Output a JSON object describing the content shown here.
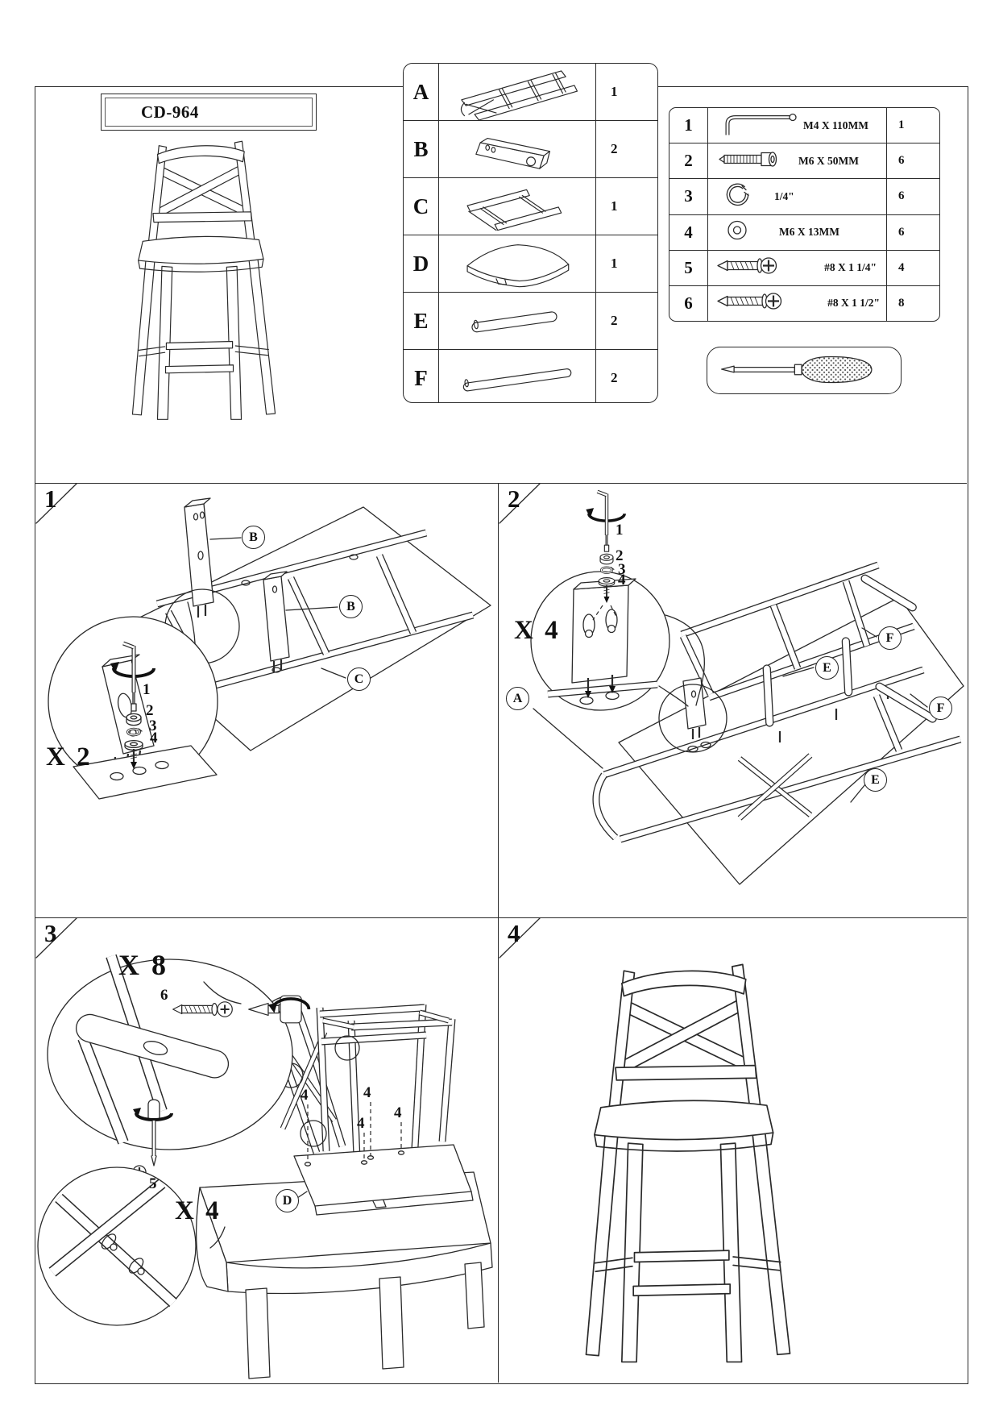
{
  "title_box": {
    "model": "CD-964"
  },
  "parts_table": {
    "rows": [
      {
        "letter": "A",
        "qty": "1",
        "icon": "part-a-back-frame-icon"
      },
      {
        "letter": "B",
        "qty": "2",
        "icon": "part-b-leg-icon"
      },
      {
        "letter": "C",
        "qty": "1",
        "icon": "part-c-side-frame-icon"
      },
      {
        "letter": "D",
        "qty": "1",
        "icon": "part-d-seat-icon"
      },
      {
        "letter": "E",
        "qty": "2",
        "icon": "part-e-stretcher-icon"
      },
      {
        "letter": "F",
        "qty": "2",
        "icon": "part-f-stretcher-icon"
      }
    ]
  },
  "hardware_table": {
    "rows": [
      {
        "no": "1",
        "spec": "M4 X 110MM",
        "qty": "1",
        "icon": "allen-key-icon"
      },
      {
        "no": "2",
        "spec": "M6 X 50MM",
        "qty": "6",
        "icon": "bolt-icon"
      },
      {
        "no": "3",
        "spec": "1/4\"",
        "qty": "6",
        "icon": "spring-washer-icon"
      },
      {
        "no": "4",
        "spec": "M6 X 13MM",
        "qty": "6",
        "icon": "flat-washer-icon"
      },
      {
        "no": "5",
        "spec": "#8 X 1 1/4\"",
        "qty": "4",
        "icon": "wood-screw-icon"
      },
      {
        "no": "6",
        "spec": "#8 X 1 1/2\"",
        "qty": "8",
        "icon": "wood-screw-icon"
      }
    ]
  },
  "tools": {
    "screwdriver": "screwdriver-icon"
  },
  "steps": [
    {
      "number": "1",
      "multiplier": "X 2",
      "callouts": [
        "B",
        "B",
        "C"
      ],
      "hardware_labels": [
        "1",
        "2",
        "3",
        "4"
      ]
    },
    {
      "number": "2",
      "multiplier": "X 4",
      "callouts": [
        "F",
        "E",
        "F",
        "E",
        "A"
      ],
      "hardware_labels": [
        "1",
        "2",
        "3",
        "4"
      ]
    },
    {
      "number": "3",
      "multiplier_top": "X 8",
      "multiplier_bottom": "X 4",
      "screw_top": "6",
      "screw_bottom": "5",
      "seat_callout": "D",
      "hole_labels": [
        "4",
        "4",
        "4",
        "4"
      ]
    },
    {
      "number": "4"
    }
  ]
}
